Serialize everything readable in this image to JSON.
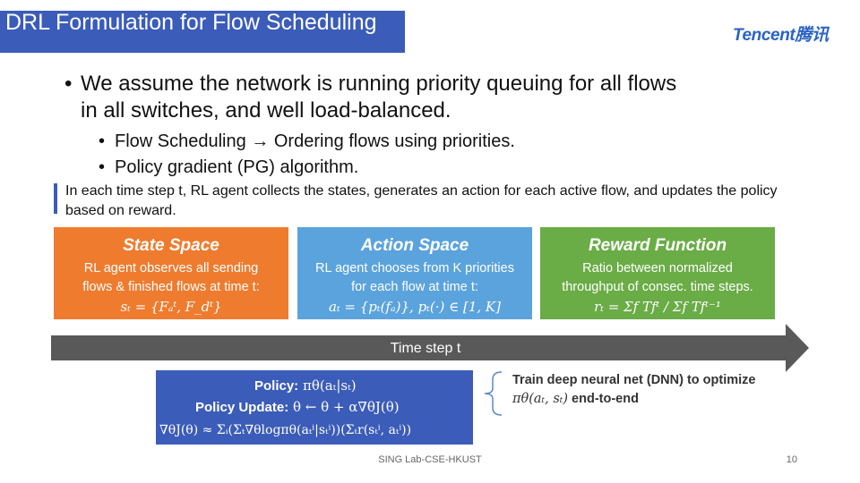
{
  "slide": {
    "title": "DRL Formulation for Flow Scheduling",
    "logo_text": "Tencent腾讯",
    "bullets": [
      {
        "line1": "We assume the network is running priority queuing for all flows",
        "line2": "in all switches, and well load-balanced."
      }
    ],
    "sub_bullets": [
      {
        "before": "Flow Scheduling",
        "arrow": "→",
        "after": "Ordering flows using priorities."
      },
      {
        "text": "Policy gradient (PG) algorithm."
      }
    ],
    "note": "In each time step t, RL agent collects the states, generates an action for each active flow, and updates the policy  based on reward."
  },
  "cards": {
    "state": {
      "heading": "State Space",
      "line1": "RL agent observes all sending",
      "line2": "flows & finished flows at time t:",
      "formula": "sₜ = {Fₐᵗ, F_dᵗ}"
    },
    "action": {
      "heading": "Action Space",
      "line1": "RL agent chooses from K priorities",
      "line2": "for each flow at time t:",
      "formula": "aₜ = {pₜ(fₐ)}, pₜ(·) ∈ [1, K]"
    },
    "reward": {
      "heading": "Reward Function",
      "line1": "Ratio between normalized",
      "line2": "throughput of consec. time steps.",
      "formula": "rₜ = Σf Tfᵗ / Σf Tfᵗ⁻¹"
    }
  },
  "timeline": {
    "label": "Time step t"
  },
  "policy": {
    "policy_label": "Policy:",
    "policy_formula": "πθ(aₜ|sₜ)",
    "update_label": "Policy Update:",
    "update_formula": "θ ← θ + α∇θJ(θ)",
    "gradient_formula": "∇θJ(θ) ≈ Σᵢ(Σₜ∇θlogπθ(aₜⁱ|sₜⁱ))(Σₜr(sₜⁱ, aₜⁱ))"
  },
  "dnn": {
    "line1": "Train deep neural net (DNN) to optimize",
    "line2_formula": "πθ(aₜ, sₜ)",
    "line2_text": " end-to-end"
  },
  "footer": {
    "lab": "SING Lab-CSE-HKUST",
    "page": "10"
  }
}
